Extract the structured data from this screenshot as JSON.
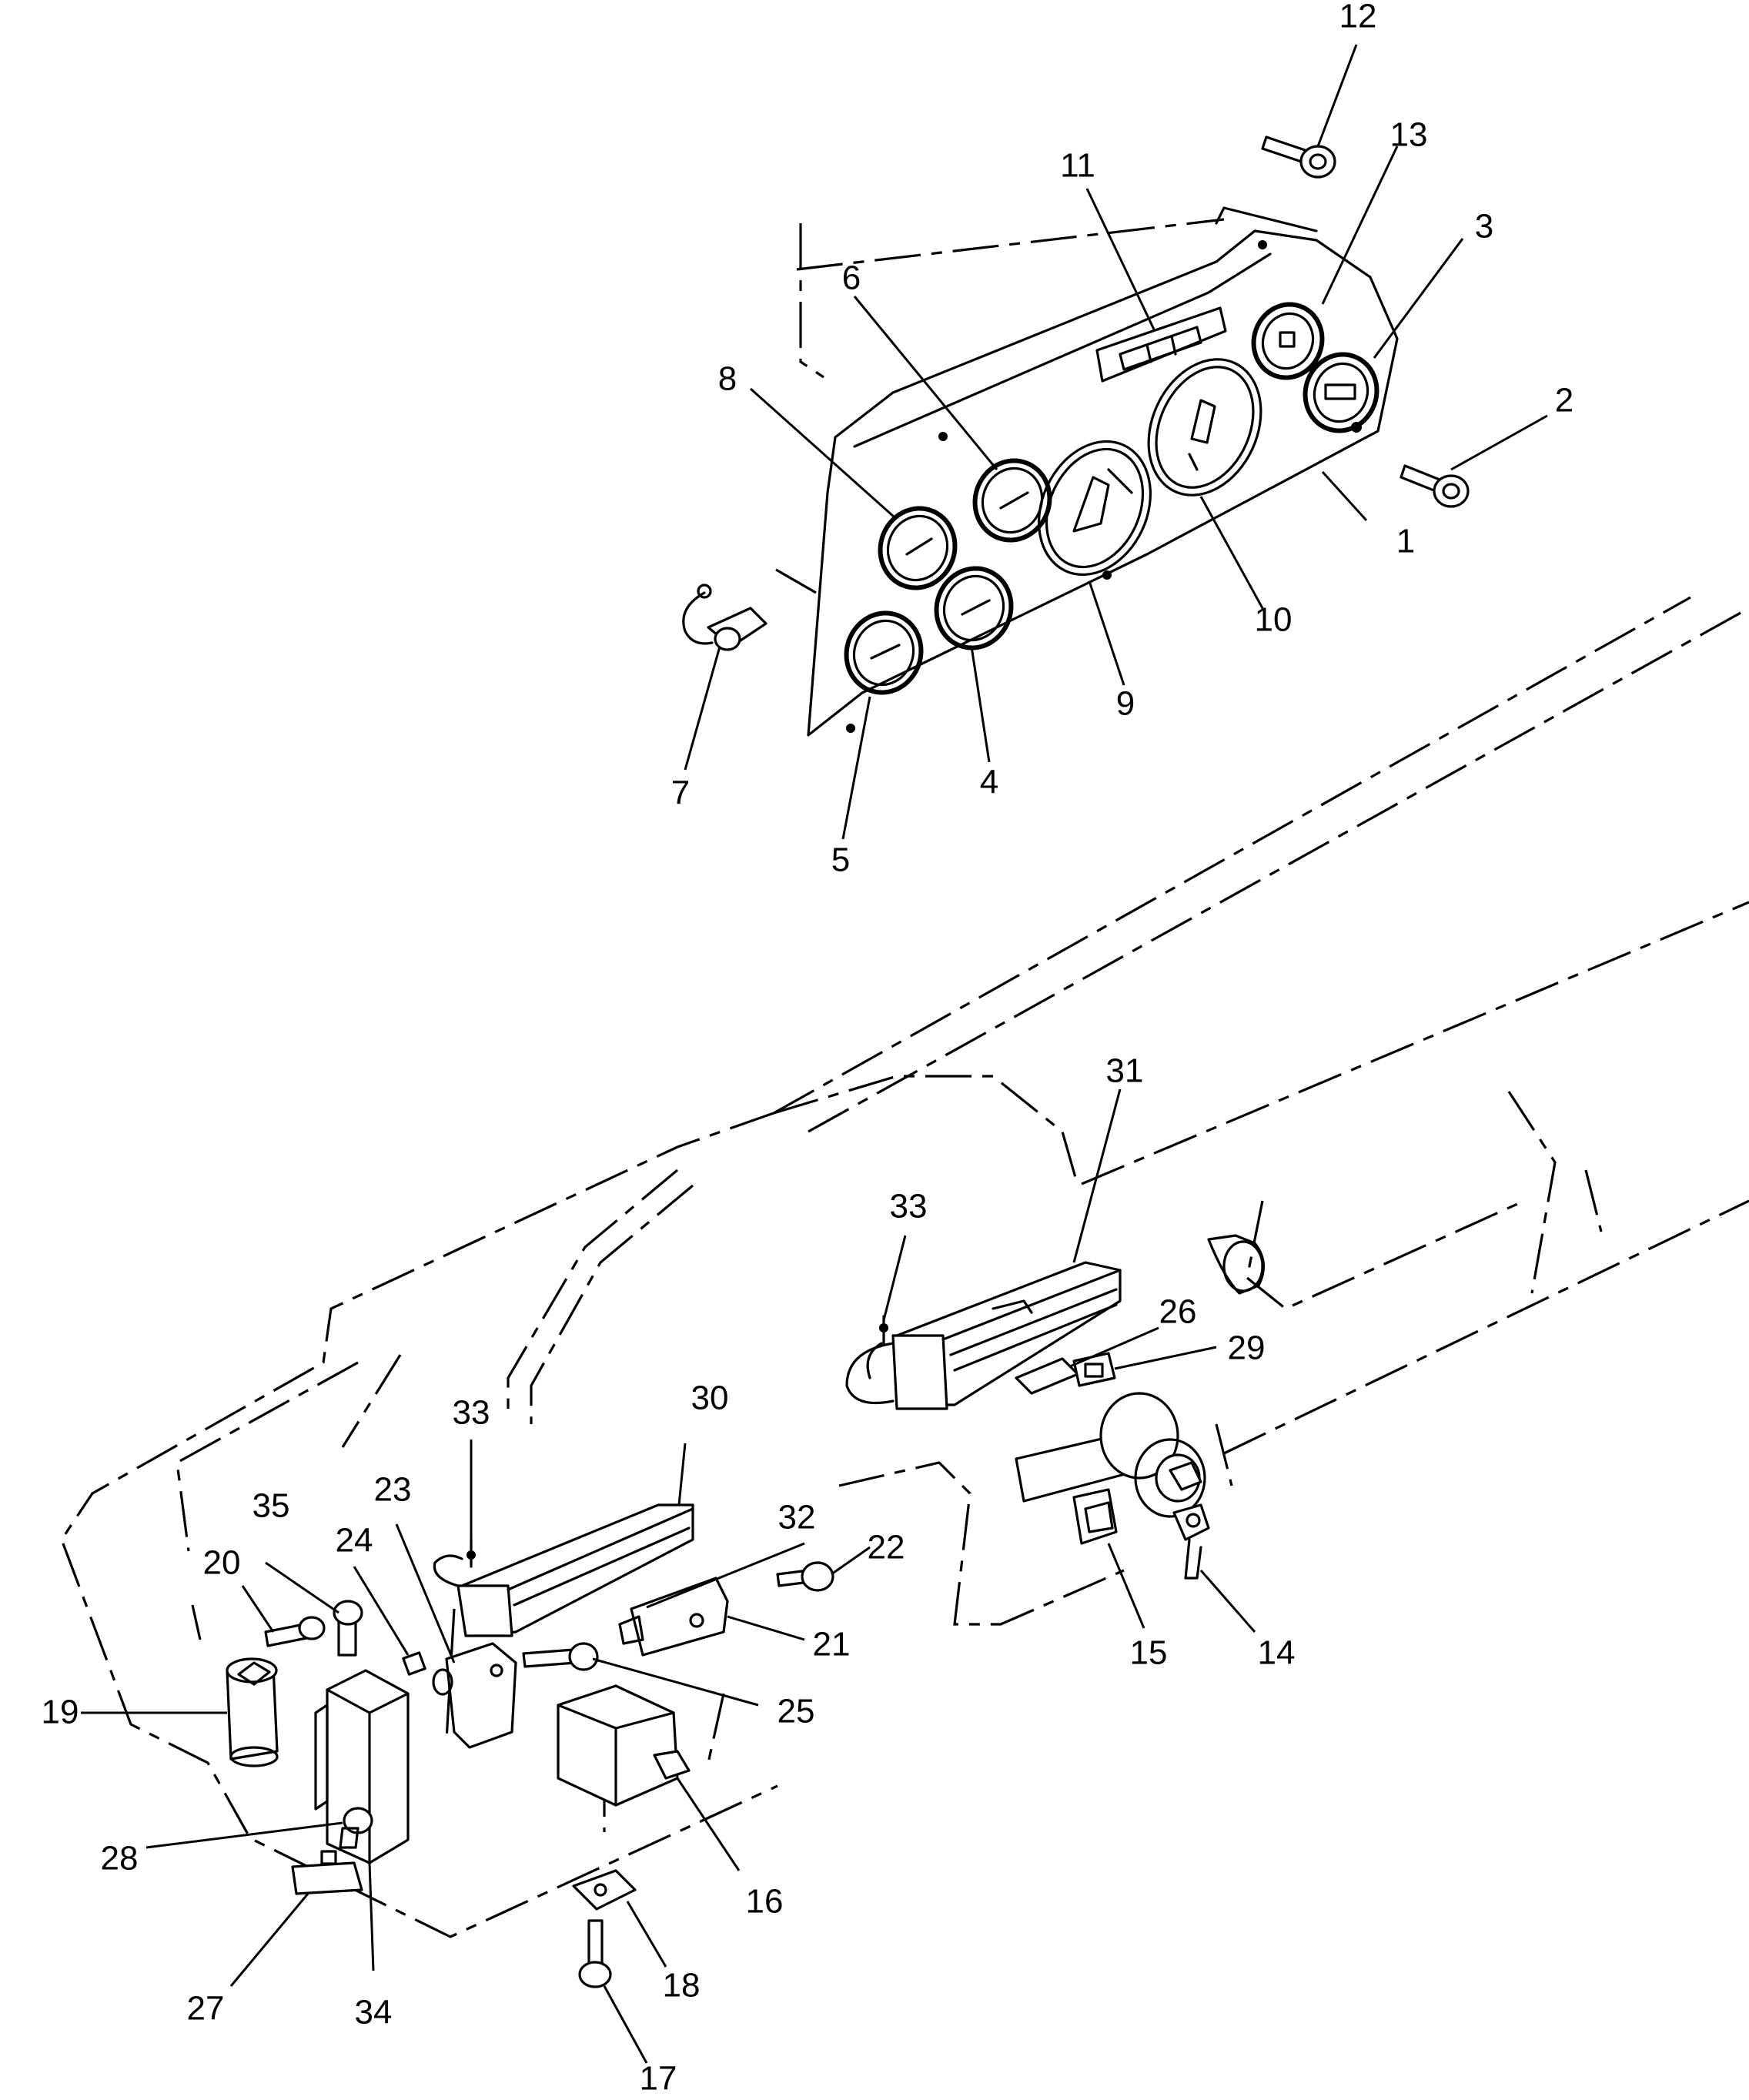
{
  "callouts": [
    {
      "id": "c1",
      "text": "1"
    },
    {
      "id": "c2",
      "text": "2"
    },
    {
      "id": "c3",
      "text": "3"
    },
    {
      "id": "c4",
      "text": "4"
    },
    {
      "id": "c5",
      "text": "5"
    },
    {
      "id": "c6",
      "text": "6"
    },
    {
      "id": "c7",
      "text": "7"
    },
    {
      "id": "c8",
      "text": "8"
    },
    {
      "id": "c9",
      "text": "9"
    },
    {
      "id": "c10",
      "text": "10"
    },
    {
      "id": "c11",
      "text": "11"
    },
    {
      "id": "c12",
      "text": "12"
    },
    {
      "id": "c13",
      "text": "13"
    },
    {
      "id": "c14",
      "text": "14"
    },
    {
      "id": "c15",
      "text": "15"
    },
    {
      "id": "c16",
      "text": "16"
    },
    {
      "id": "c17",
      "text": "17"
    },
    {
      "id": "c18",
      "text": "18"
    },
    {
      "id": "c19",
      "text": "19"
    },
    {
      "id": "c20",
      "text": "20"
    },
    {
      "id": "c21",
      "text": "21"
    },
    {
      "id": "c22",
      "text": "22"
    },
    {
      "id": "c23",
      "text": "23"
    },
    {
      "id": "c24",
      "text": "24"
    },
    {
      "id": "c25",
      "text": "25"
    },
    {
      "id": "c26",
      "text": "26"
    },
    {
      "id": "c27",
      "text": "27"
    },
    {
      "id": "c28",
      "text": "28"
    },
    {
      "id": "c29",
      "text": "29"
    },
    {
      "id": "c30",
      "text": "30"
    },
    {
      "id": "c31",
      "text": "31"
    },
    {
      "id": "c32",
      "text": "32"
    },
    {
      "id": "c33a",
      "text": "33"
    },
    {
      "id": "c33b",
      "text": "33"
    },
    {
      "id": "c34",
      "text": "34"
    },
    {
      "id": "c35",
      "text": "35"
    }
  ]
}
